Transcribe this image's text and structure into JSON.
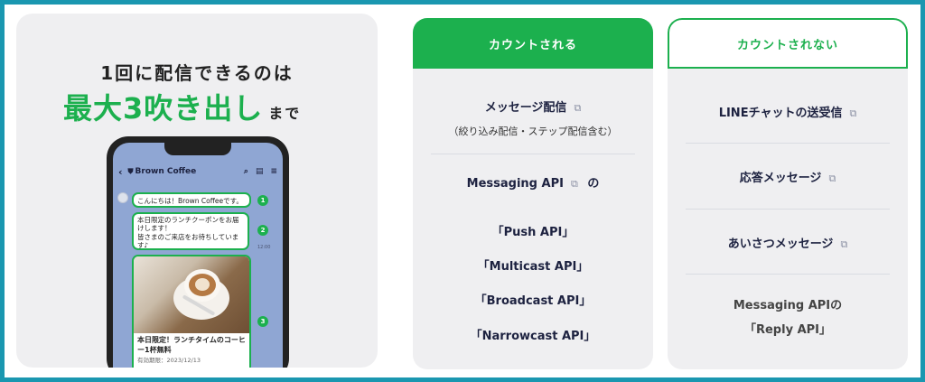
{
  "left_panel": {
    "headline_line1": "1回に配信できるのは",
    "headline_big": "最大3吹き出し",
    "headline_suffix": "まで",
    "phone": {
      "chat_title": "Brown Coffee",
      "messages": [
        "こんにちは！Brown Coffeeです。",
        "本日限定のランチクーポンをお届けします！\n皆さまのご来店をお待ちしています♪"
      ],
      "card_title": "本日限定！ランチタイムのコーヒー1杯無料",
      "card_meta": "有効期限：2023/12/13",
      "badges": [
        "1",
        "2",
        "3"
      ],
      "time": "12:00"
    }
  },
  "counted": {
    "header": "カウントされる",
    "items": {
      "broadcast": "メッセージ配信",
      "broadcast_sub": "（絞り込み配信・ステップ配信含む）",
      "messaging_api": "Messaging API",
      "messaging_api_suffix": "の",
      "push": "「Push API」",
      "multicast": "「Multicast API」",
      "broadcast_api": "「Broadcast API」",
      "narrowcast": "「Narrowcast API」"
    }
  },
  "not_counted": {
    "header": "カウントされない",
    "items": {
      "chat": "LINEチャットの送受信",
      "auto_reply": "応答メッセージ",
      "greeting": "あいさつメッセージ",
      "reply_api_line1": "Messaging APIの",
      "reply_api_line2": "「Reply API」"
    }
  },
  "icons": {
    "external_link": "external-link-icon",
    "back": "chevron-left-icon",
    "search": "search-icon",
    "menu": "menu-icon"
  },
  "colors": {
    "brand_green": "#1cb04e",
    "border_teal": "#1a97b0",
    "navy_text": "#1d2240"
  }
}
